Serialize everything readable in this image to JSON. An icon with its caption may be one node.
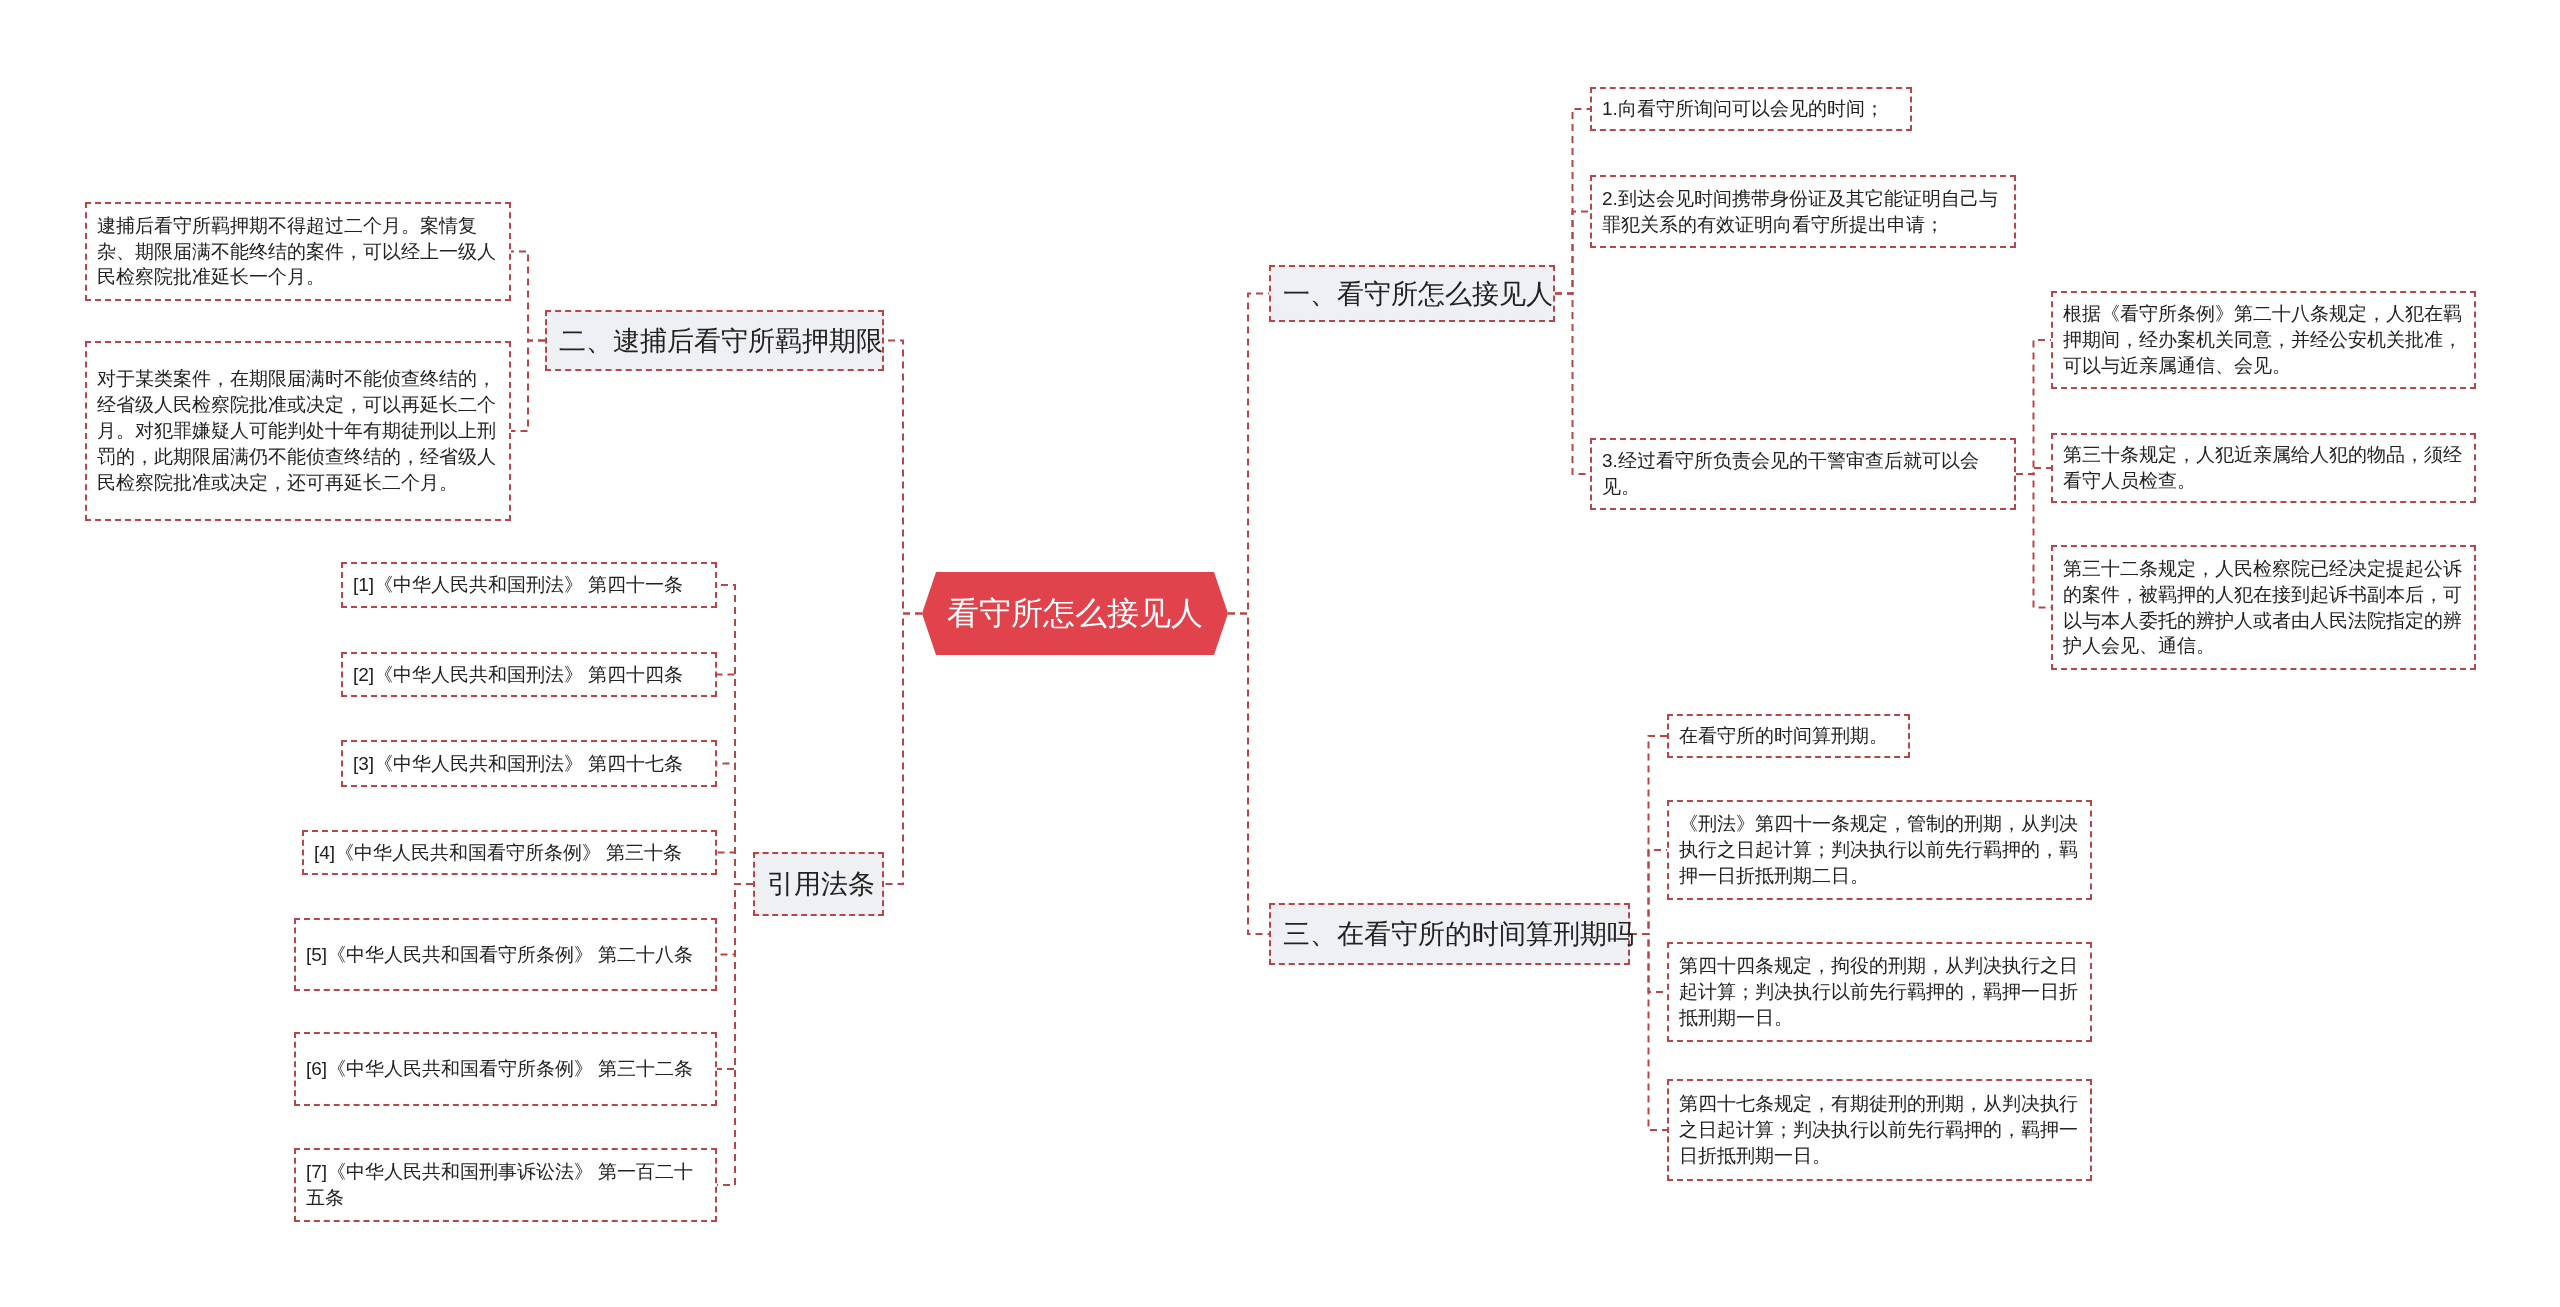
{
  "diagram": {
    "nodes": [
      {
        "text": [
          "看守所怎么接见人"
        ]
      },
      {
        "text": [
          "一、看守所怎么接见人"
        ]
      },
      {
        "text": [
          "1.向看守所询问可以会见的时间；"
        ]
      },
      {
        "text": [
          "2.到达会见时间携带身份证及其它能证明自己与罪犯关系的有效证明向看守所提出申请；"
        ]
      },
      {
        "text": [
          "3.经过看守所负责会见的干警审查后就可以会见。"
        ]
      },
      {
        "text": [
          "根据《看守所条例》第二十八条规定，人犯在羁押期间，经办案机关同意，并经公安机关批准，可以与近亲属通信、会见。"
        ]
      },
      {
        "text": [
          "第三十条规定，人犯近亲属给人犯的物品，须经看守人员检查。"
        ]
      },
      {
        "text": [
          "第三十二条规定，人民检察院已经决定提起公诉的案件，被羁押的人犯在接到起诉书副本后，可以与本人委托的辨护人或者由人民法院指定的辨护人会见、通信。"
        ]
      },
      {
        "text": [
          "二、逮捕后看守所羁押期限"
        ]
      },
      {
        "text": [
          "逮捕后看守所羁押期不得超过二个月。案情复杂、期限届满不能终结的案件，可以经上一级人民检察院批准延长一个月。"
        ]
      },
      {
        "text": [
          "对于某类案件，在期限届满时不能侦查终结的，经省级人民检察院批准或决定，可以再延长二个月。对犯罪嫌疑人可能判处十年有期徒刑以上刑罚的，此期限届满仍不能侦查终结的，经省级人民检察院批准或决定，还可再延长二个月。"
        ]
      },
      {
        "text": [
          "引用法条"
        ]
      },
      {
        "text": [
          "[1]《中华人民共和国刑法》 第四十一条"
        ]
      },
      {
        "text": [
          "[2]《中华人民共和国刑法》 第四十四条"
        ]
      },
      {
        "text": [
          "[3]《中华人民共和国刑法》 第四十七条"
        ]
      },
      {
        "text": [
          "[4]《中华人民共和国看守所条例》 第三十条"
        ]
      },
      {
        "text": [
          "[5]《中华人民共和国看守所条例》 第二十八条"
        ]
      },
      {
        "text": [
          "[6]《中华人民共和国看守所条例》 第三十二条"
        ]
      },
      {
        "text": [
          "[7]《中华人民共和国刑事诉讼法》 第一百二十五条"
        ]
      },
      {
        "text": [
          "三、在看守所的时间算刑期吗"
        ]
      },
      {
        "text": [
          "在看守所的时间算刑期。"
        ]
      },
      {
        "text": [
          "《刑法》第四十一条规定，管制的刑期，从判决执行之日起计算；判决执行以前先行羁押的，羁押一日折抵刑期二日。"
        ]
      },
      {
        "text": [
          "第四十四条规定，拘役的刑期，从判决执行之日起计算；判决执行以前先行羁押的，羁押一日折抵刑期一日。"
        ]
      },
      {
        "text": [
          "第四十七条规定，有期徒刑的刑期，从判决执行之日起计算；判决执行以前先行羁押的，羁押一日折抵刑期一日。"
        ]
      }
    ],
    "edges": [
      {
        "from": 0,
        "to": 1,
        "arrow": "none"
      },
      {
        "from": 0,
        "to": 8,
        "arrow": "none"
      },
      {
        "from": 0,
        "to": 11,
        "arrow": "none"
      },
      {
        "from": 0,
        "to": 19,
        "arrow": "none"
      },
      {
        "from": 1,
        "to": 2,
        "arrow": "none"
      },
      {
        "from": 1,
        "to": 3,
        "arrow": "none"
      },
      {
        "from": 1,
        "to": 4,
        "arrow": "none"
      },
      {
        "from": 4,
        "to": 5,
        "arrow": "none"
      },
      {
        "from": 4,
        "to": 6,
        "arrow": "none"
      },
      {
        "from": 4,
        "to": 7,
        "arrow": "none"
      },
      {
        "from": 8,
        "to": 9,
        "arrow": "none"
      },
      {
        "from": 8,
        "to": 10,
        "arrow": "none"
      },
      {
        "from": 11,
        "to": 12,
        "arrow": "none"
      },
      {
        "from": 11,
        "to": 13,
        "arrow": "none"
      },
      {
        "from": 11,
        "to": 14,
        "arrow": "none"
      },
      {
        "from": 11,
        "to": 15,
        "arrow": "none"
      },
      {
        "from": 11,
        "to": 16,
        "arrow": "none"
      },
      {
        "from": 11,
        "to": 17,
        "arrow": "none"
      },
      {
        "from": 11,
        "to": 18,
        "arrow": "none"
      },
      {
        "from": 19,
        "to": 20,
        "arrow": "none"
      },
      {
        "from": 19,
        "to": 21,
        "arrow": "none"
      },
      {
        "from": 19,
        "to": 22,
        "arrow": "none"
      },
      {
        "from": 19,
        "to": 23,
        "arrow": "none"
      }
    ]
  }
}
